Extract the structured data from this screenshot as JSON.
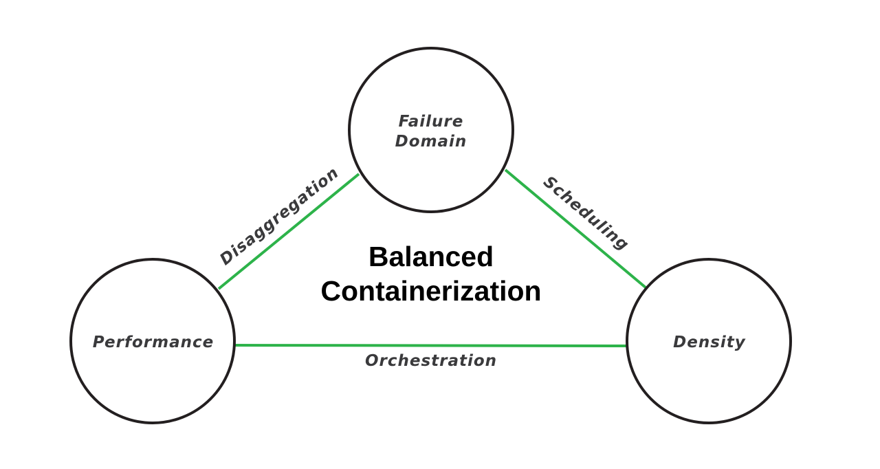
{
  "colors": {
    "edge": "#2db34a",
    "circle_stroke": "#231f20",
    "label_text": "#3a3a3c",
    "title_text": "#000000"
  },
  "center": {
    "line1": "Balanced",
    "line2": "Containerization"
  },
  "nodes": {
    "failure_domain": {
      "line1": "Failure",
      "line2": "Domain"
    },
    "performance": {
      "label": "Performance"
    },
    "density": {
      "label": "Density"
    }
  },
  "edges": {
    "disaggregation": {
      "label": "Disaggregation"
    },
    "scheduling": {
      "label": "Scheduling"
    },
    "orchestration": {
      "label": "Orchestration"
    }
  }
}
